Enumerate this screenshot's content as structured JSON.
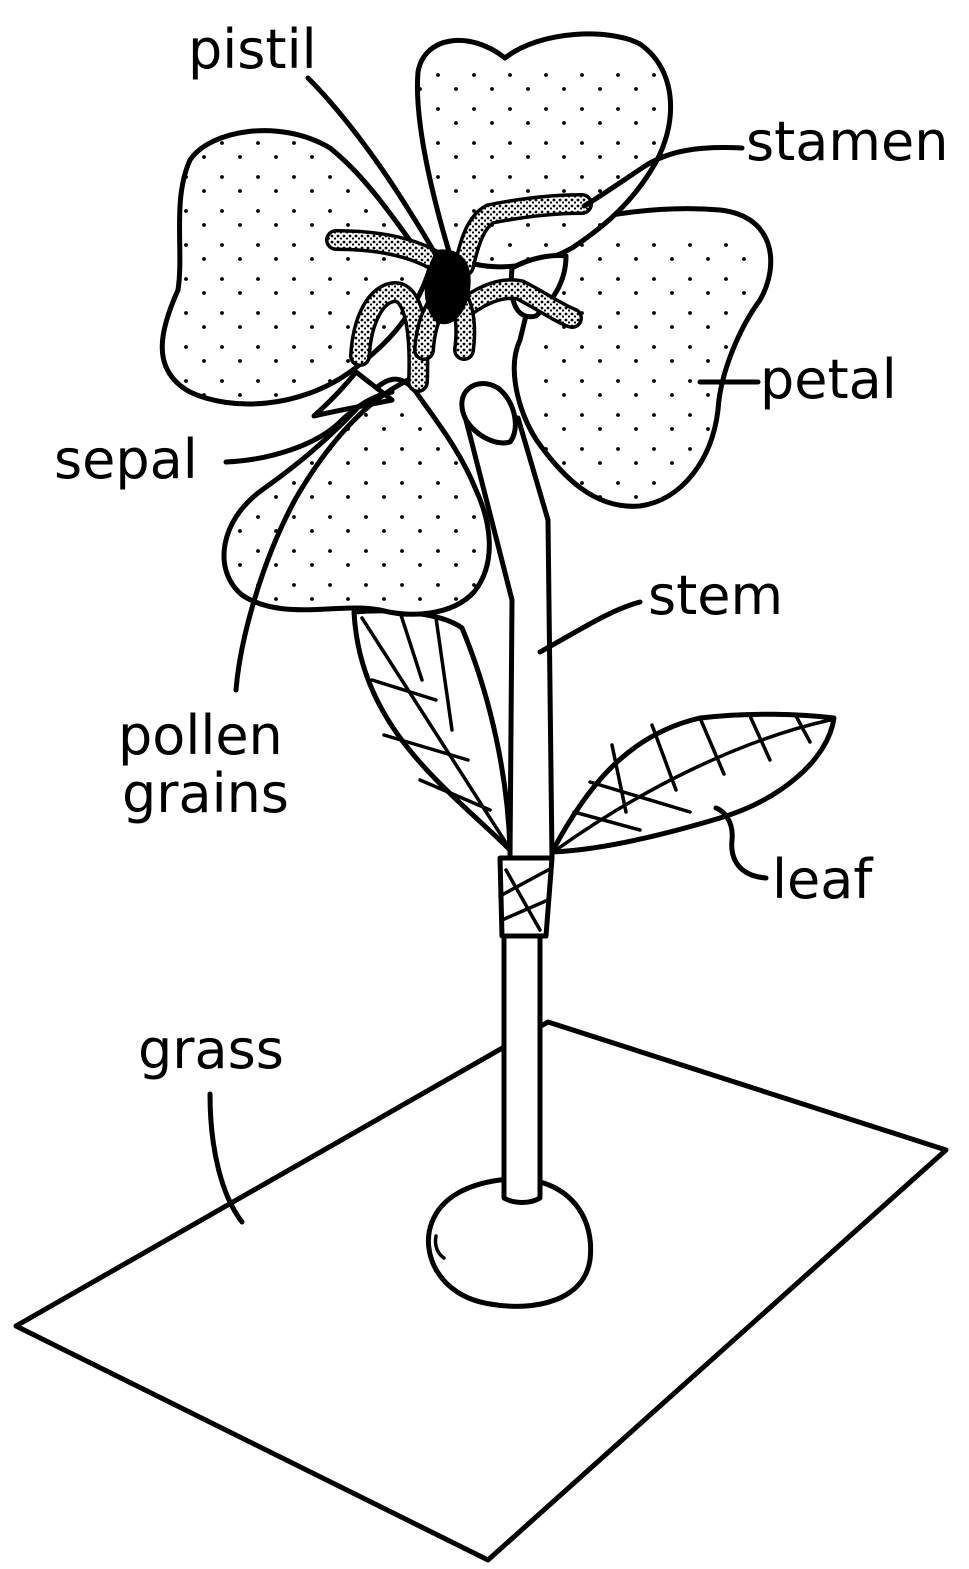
{
  "labels": {
    "pistil": "pistil",
    "stamen": "stamen",
    "petal": "petal",
    "sepal": "sepal",
    "pollen_line1": "pollen",
    "pollen_line2": "grains",
    "stem": "stem",
    "leaf": "leaf",
    "grass": "grass"
  }
}
